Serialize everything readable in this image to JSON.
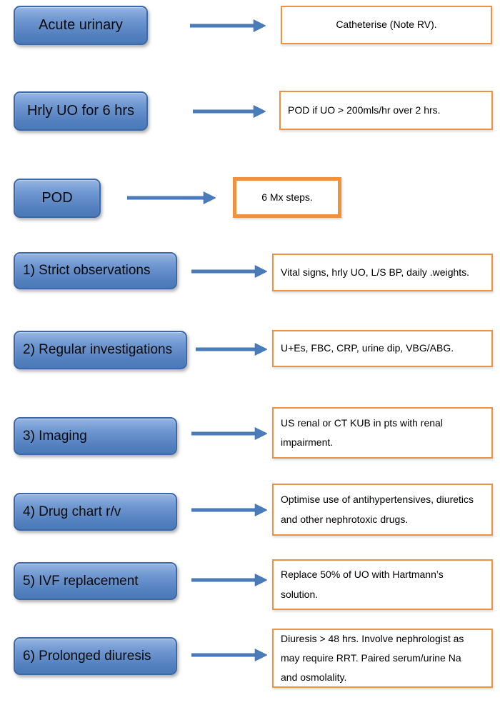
{
  "colors": {
    "node_border": "#3b68a9",
    "node_fill_top": "#96b5e1",
    "node_fill_bottom": "#4b78b6",
    "result_border": "#f0913f",
    "arrow_blue": "#4a7cbb",
    "text": "#000000",
    "background": "#ffffff"
  },
  "rows": [
    {
      "left_label": "Acute urinary",
      "right_text": "Catheterise (Note RV)."
    },
    {
      "left_label": "Hrly UO for 6 hrs",
      "right_text": "POD if UO > 200mls/hr over 2 hrs."
    },
    {
      "left_label": "POD",
      "right_text": "6 Mx steps."
    },
    {
      "left_label": "1) Strict observations",
      "right_text": "Vital signs, hrly UO, L/S BP, daily .weights."
    },
    {
      "left_label": "2) Regular investigations",
      "right_text": "U+Es, FBC, CRP, urine dip, VBG/ABG."
    },
    {
      "left_label": "3) Imaging",
      "right_text": "US renal or CT KUB in pts with renal impairment."
    },
    {
      "left_label": "4) Drug chart r/v",
      "right_text": "Optimise use of antihypertensives, diuretics and other nephrotoxic drugs."
    },
    {
      "left_label": "5) IVF replacement",
      "right_text": "Replace 50% of UO with Hartmann’s solution."
    },
    {
      "left_label": "6) Prolonged diuresis",
      "right_text": "Diuresis > 48 hrs. Involve nephrologist as may require RRT. Paired serum/urine Na and osmolality."
    }
  ]
}
